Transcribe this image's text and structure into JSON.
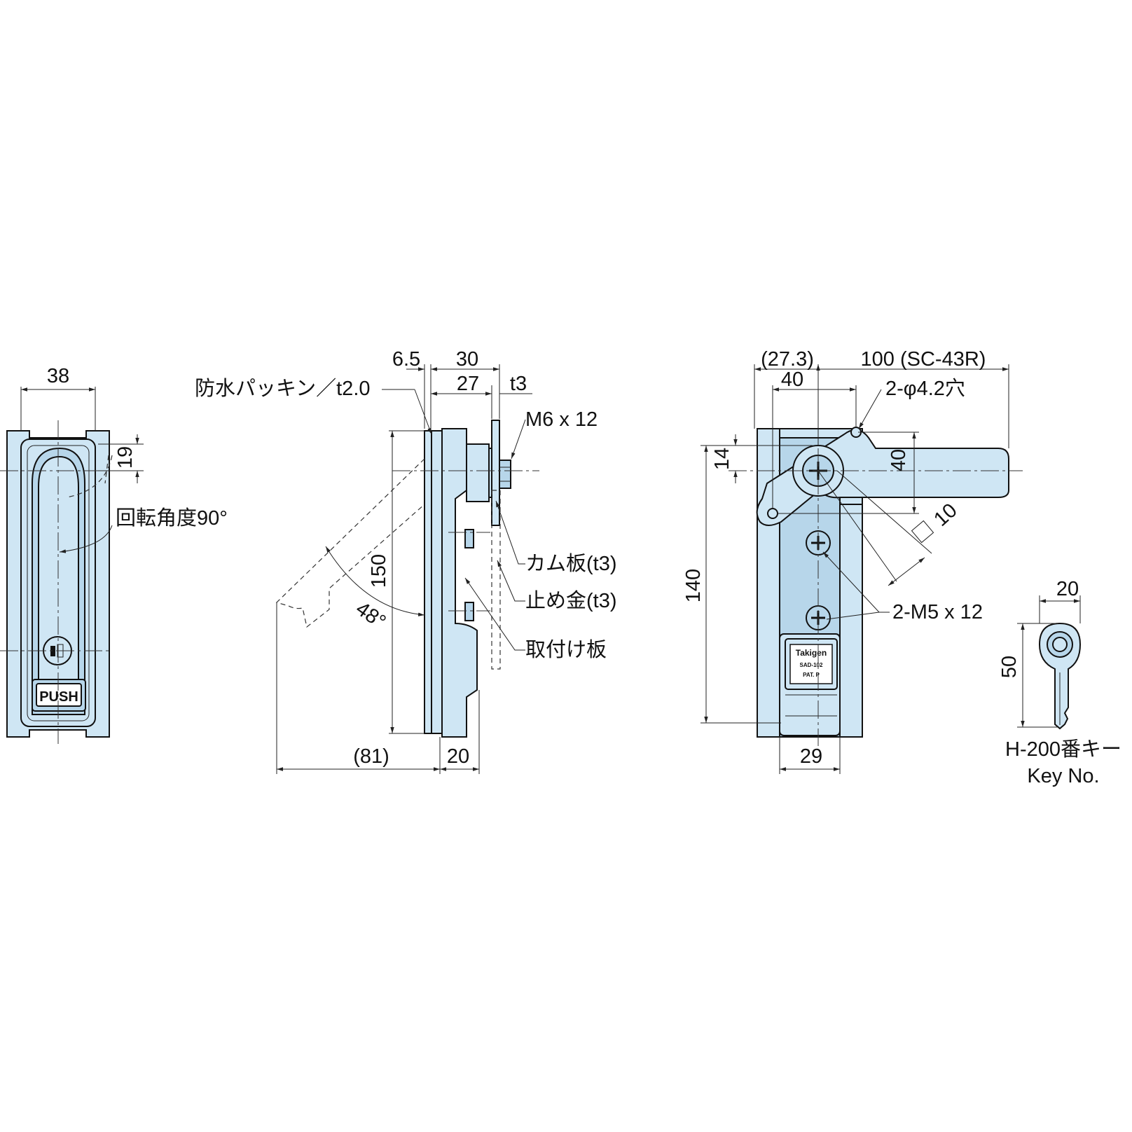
{
  "front_view": {
    "width_dim": "38",
    "handle_top_dim": "19",
    "rotation_note": "回転角度90°",
    "push_label": "PUSH"
  },
  "side_view": {
    "dim_6_5": "6.5",
    "dim_30": "30",
    "dim_27": "27",
    "dim_t3": "t3",
    "dim_150": "150",
    "dim_angle": "48°",
    "dim_81": "(81)",
    "dim_20": "20",
    "label_packing": "防水パッキン／t2.0",
    "label_bolt": "M6 x 12",
    "label_cam": "カム板(t3)",
    "label_stopper": "止め金(t3)",
    "label_mount": "取付け板"
  },
  "back_view": {
    "dim_27_3": "(27.3)",
    "dim_100": "100 (SC-43R)",
    "dim_40_horizontal": "40",
    "dim_hole": "2-φ4.2穴",
    "dim_14": "14",
    "dim_40_vertical": "40",
    "dim_square": "10",
    "dim_140": "140",
    "dim_screw": "2-M5 x 12",
    "dim_29": "29",
    "label_brand": "Takigen",
    "label_model": "SAD-102",
    "label_pat": "PAT. P"
  },
  "key_view": {
    "dim_width": "20",
    "dim_height": "50",
    "caption_jp": "H-200番キー",
    "caption_en": "Key No."
  }
}
